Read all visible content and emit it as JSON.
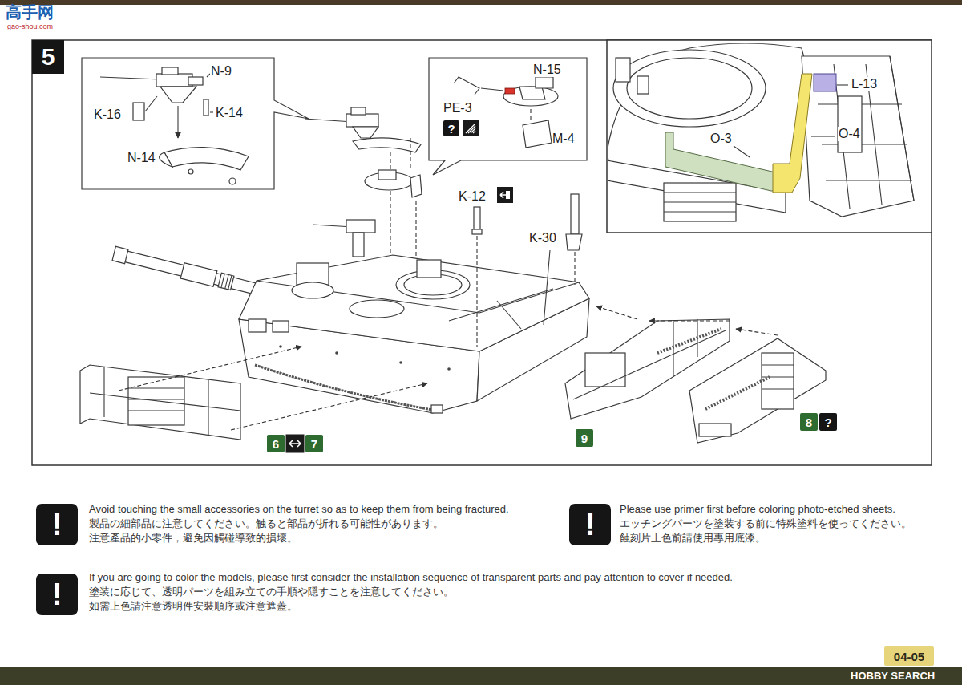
{
  "diagram": {
    "nodes": [
      {
        "text": [
          "5"
        ]
      },
      {
        "text": [
          "?"
        ]
      },
      {
        "text": [
          "6"
        ]
      },
      {
        "text": [
          "7"
        ]
      },
      {
        "text": [
          "9"
        ]
      },
      {
        "text": [
          "8"
        ]
      },
      {
        "text": [
          "?"
        ]
      },
      {
        "text": [
          "!"
        ]
      },
      {
        "text": [
          "!"
        ]
      },
      {
        "text": [
          "!"
        ]
      },
      {
        "text": [
          "04-05"
        ]
      }
    ],
    "labels": [
      "高手网",
      "gao-shou.com",
      "N-9",
      "K-16",
      "K-14",
      "N-14",
      "N-15",
      "PE-3",
      "M-4",
      "K-12",
      "K-30",
      "L-13",
      "O-3",
      "O-4",
      "Avoid touching the small accessories on the turret so as to keep them from being fractured.",
      "製品の細部品に注意してください。触ると部品が折れる可能性があります。",
      "注意產品的小零件，避免因觸碰導致的損壞。",
      "Please use primer first before coloring photo-etched sheets.",
      "エッチングパーツを塗装する前に特殊塗料を使ってください。",
      "蝕刻片上色前請使用專用底漆。",
      "If you are going to color the models, please first consider the installation sequence of transparent parts and pay attention to cover if needed.",
      "塗装に応じて、透明パーツを組み立ての手順や隠すことを注意してください。",
      "如需上色請注意透明件安裝順序或注意遮蓋。",
      "HOBBY SEARCH"
    ]
  }
}
